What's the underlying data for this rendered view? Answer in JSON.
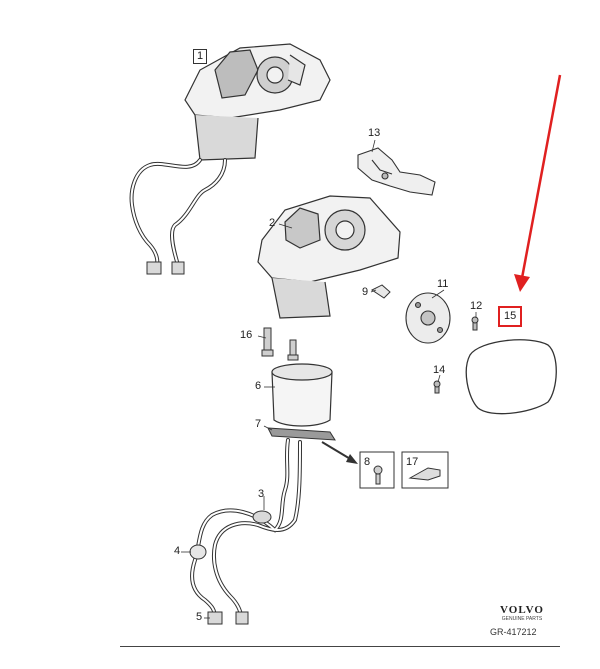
{
  "diagram": {
    "part_labels": {
      "p1": "1",
      "p2": "2",
      "p3": "3",
      "p4": "4",
      "p5": "5",
      "p6": "6",
      "p7": "7",
      "p8": "8",
      "p9": "9",
      "p11": "11",
      "p12": "12",
      "p13": "13",
      "p14": "14",
      "p15": "15",
      "p16": "16",
      "p17": "17"
    },
    "brand": {
      "name": "VOLVO",
      "subtitle": "GENUINE PARTS"
    },
    "drawing_number": "GR-417212",
    "colors": {
      "highlight": "#e02020",
      "line": "#333333",
      "fill_light": "#f2f2f2",
      "fill_mid": "#d9d9d9",
      "fill_dark": "#9a9a9a"
    }
  }
}
